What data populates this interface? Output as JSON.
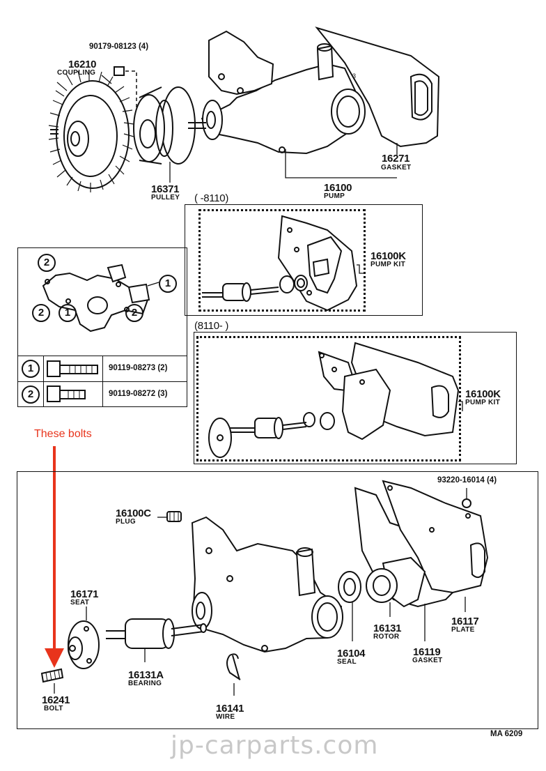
{
  "top": {
    "bolt_top_pn": "90179-08123 (4)",
    "coupling_num": "16210",
    "coupling_name": "COUPLING",
    "pulley_num": "16371",
    "pulley_name": "PULLEY",
    "pump_num": "16100",
    "pump_name": "PUMP",
    "gasket_num": "16271",
    "gasket_name": "GASKET"
  },
  "kit1": {
    "range": "(        -8110)",
    "num": "16100K",
    "name": "PUMP KIT"
  },
  "kit2": {
    "range": "(8110-        )",
    "num": "16100K",
    "name": "PUMP KIT"
  },
  "bolt_table": {
    "rows": [
      {
        "marker": "1",
        "pn": "90119-08273 (2)"
      },
      {
        "marker": "2",
        "pn": "90119-08272 (3)"
      }
    ]
  },
  "annotation": "These bolts",
  "bottom": {
    "nut_pn": "93220-16014 (4)",
    "plug_num": "16100C",
    "plug_name": "PLUG",
    "seat_num": "16171",
    "seat_name": "SEAT",
    "bearing_num": "16131A",
    "bearing_name": "BEARING",
    "seal_num": "16104",
    "seal_name": "SEAL",
    "rotor_num": "16131",
    "rotor_name": "ROTOR",
    "gasket_num": "16119",
    "gasket_name": "GASKET",
    "plate_num": "16117",
    "plate_name": "PLATE",
    "bolt_num": "16241",
    "bolt_name": "BOLT",
    "wire_num": "16141",
    "wire_name": "WIRE",
    "code": "MA  6209"
  },
  "watermark": "jp-carparts.com",
  "colors": {
    "annotation": "#e8341c",
    "line": "#111111",
    "watermark": "#c8c8c8"
  }
}
